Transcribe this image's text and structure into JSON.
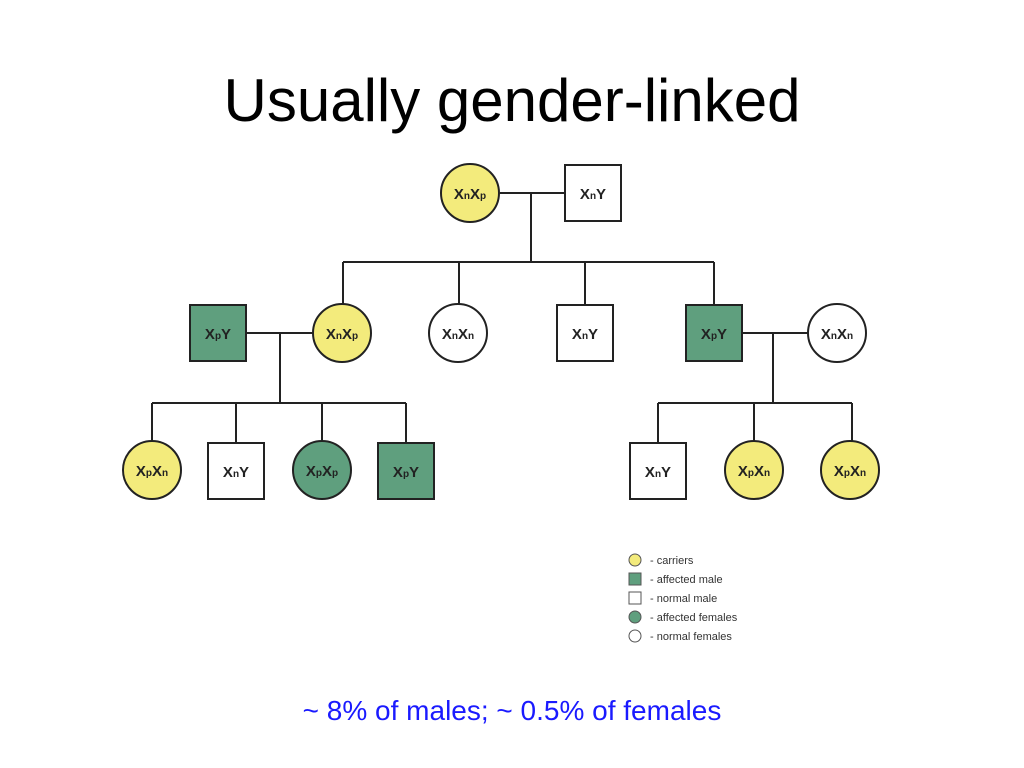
{
  "title": "Usually gender-linked",
  "footer": "~ 8% of males; ~ 0.5% of females",
  "colors": {
    "carrier": "#f3eb7c",
    "affected": "#5f9f7e",
    "normal": "#ffffff",
    "line": "#222222",
    "footer_text": "#1a1aff"
  },
  "individuals": {
    "g1_mother": {
      "sex": "female",
      "status": "carrier",
      "genotype": [
        "X",
        "n",
        "X",
        "p"
      ]
    },
    "g1_father": {
      "sex": "male",
      "status": "normal",
      "genotype": [
        "X",
        "n",
        "Y",
        ""
      ]
    },
    "g2_son1": {
      "sex": "male",
      "status": "affected",
      "genotype": [
        "X",
        "p",
        "Y",
        ""
      ]
    },
    "g2_daughter1": {
      "sex": "female",
      "status": "carrier",
      "genotype": [
        "X",
        "n",
        "X",
        "p"
      ]
    },
    "g2_daughter2": {
      "sex": "female",
      "status": "normal",
      "genotype": [
        "X",
        "n",
        "X",
        "n"
      ]
    },
    "g2_son2": {
      "sex": "male",
      "status": "normal",
      "genotype": [
        "X",
        "n",
        "Y",
        ""
      ]
    },
    "g2_son3": {
      "sex": "male",
      "status": "affected",
      "genotype": [
        "X",
        "p",
        "Y",
        ""
      ]
    },
    "g2_spouse": {
      "sex": "female",
      "status": "normal",
      "genotype": [
        "X",
        "n",
        "X",
        "n"
      ]
    },
    "g3_a1": {
      "sex": "female",
      "status": "carrier",
      "genotype": [
        "X",
        "p",
        "X",
        "n"
      ]
    },
    "g3_a2": {
      "sex": "male",
      "status": "normal",
      "genotype": [
        "X",
        "n",
        "Y",
        ""
      ]
    },
    "g3_a3": {
      "sex": "female",
      "status": "affected",
      "genotype": [
        "X",
        "p",
        "X",
        "p"
      ]
    },
    "g3_a4": {
      "sex": "male",
      "status": "affected",
      "genotype": [
        "X",
        "p",
        "Y",
        ""
      ]
    },
    "g3_b1": {
      "sex": "male",
      "status": "normal",
      "genotype": [
        "X",
        "n",
        "Y",
        ""
      ]
    },
    "g3_b2": {
      "sex": "female",
      "status": "carrier",
      "genotype": [
        "X",
        "p",
        "X",
        "n"
      ]
    },
    "g3_b3": {
      "sex": "female",
      "status": "carrier",
      "genotype": [
        "X",
        "p",
        "X",
        "n"
      ]
    }
  },
  "legend": [
    {
      "shape": "circle",
      "status": "carrier",
      "label": "- carriers"
    },
    {
      "shape": "square",
      "status": "affected",
      "label": "- affected male"
    },
    {
      "shape": "square",
      "status": "normal",
      "label": "- normal male"
    },
    {
      "shape": "circle",
      "status": "affected",
      "label": "- affected females"
    },
    {
      "shape": "circle",
      "status": "normal",
      "label": "- normal females"
    }
  ]
}
